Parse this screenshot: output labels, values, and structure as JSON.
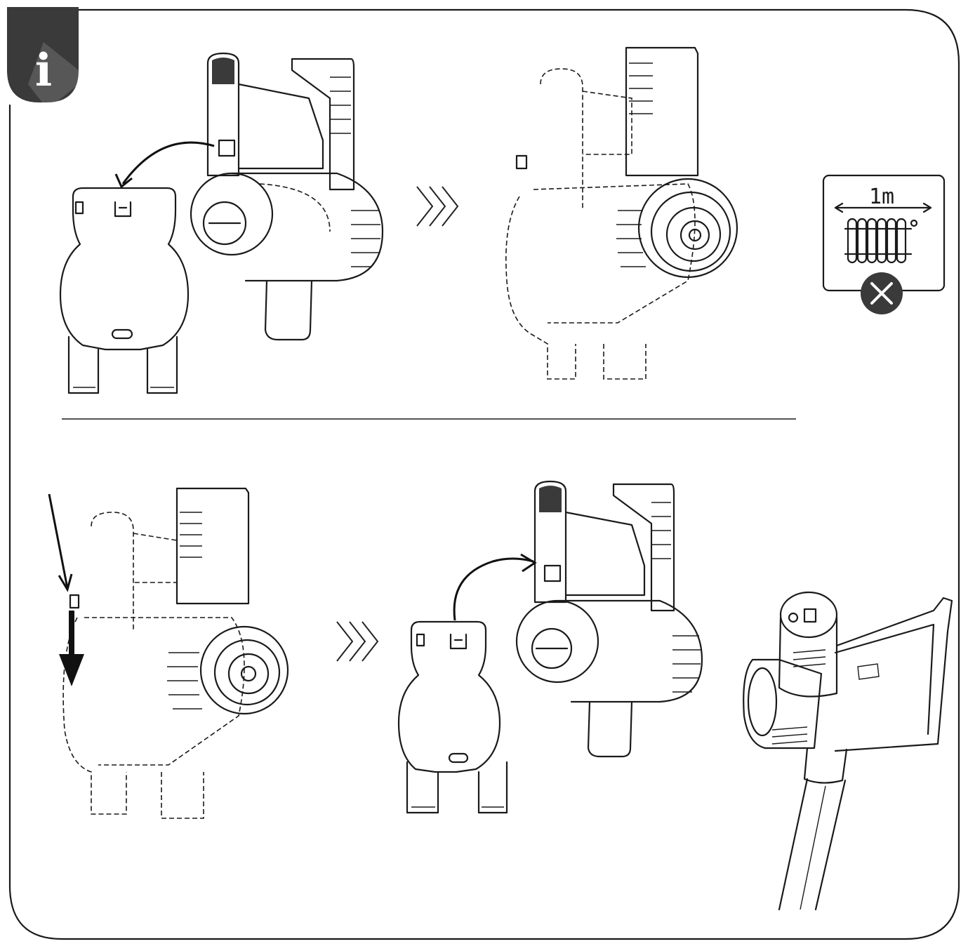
{
  "info_badge": {
    "glyph": "i",
    "icon": "info-icon",
    "color": "#3a3a3a"
  },
  "warning": {
    "distance_label": "1m",
    "icon": "radiator-icon",
    "prohibited_icon": "cross-circle-icon"
  },
  "panels": [
    {
      "id": "step-1",
      "description": ""
    },
    {
      "id": "step-2",
      "description": ""
    },
    {
      "id": "step-3",
      "description": ""
    },
    {
      "id": "step-4",
      "description": ""
    },
    {
      "id": "step-5",
      "description": ""
    }
  ]
}
